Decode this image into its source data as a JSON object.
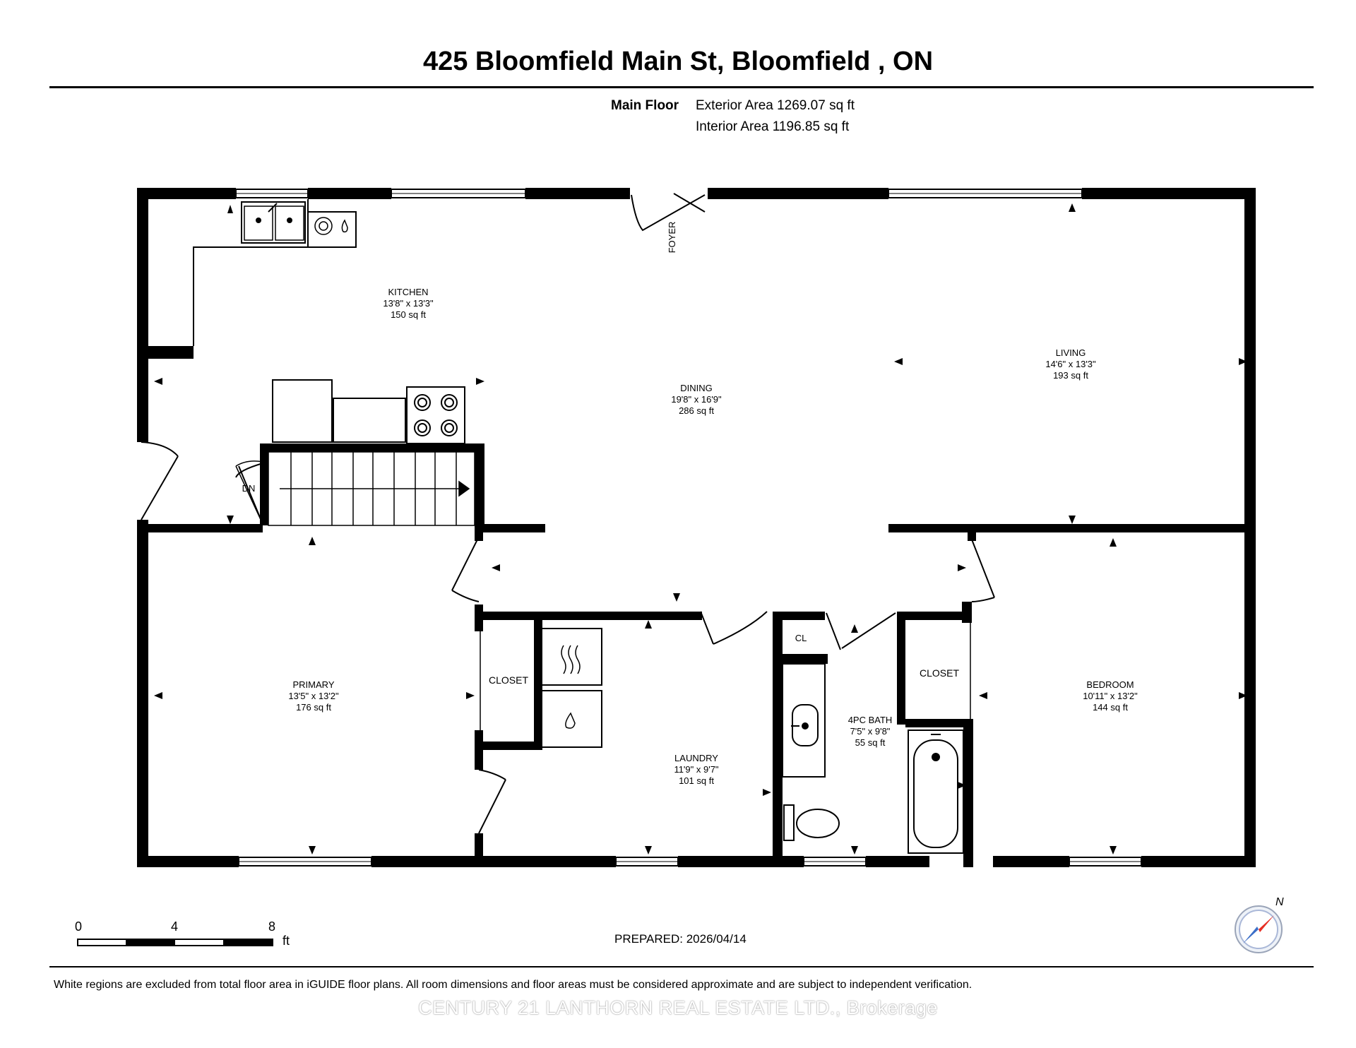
{
  "header": {
    "title": "425 Bloomfield Main St, Bloomfield , ON",
    "floor_label": "Main Floor",
    "exterior_area": "Exterior Area 1269.07 sq ft",
    "interior_area": "Interior Area 1196.85 sq ft"
  },
  "rooms": {
    "kitchen": {
      "name": "KITCHEN",
      "dims": "13'8\" x 13'3\"",
      "area": "150 sq ft"
    },
    "dining": {
      "name": "DINING",
      "dims": "19'8\" x 16'9\"",
      "area": "286 sq ft"
    },
    "living": {
      "name": "LIVING",
      "dims": "14'6\" x 13'3\"",
      "area": "193 sq ft"
    },
    "primary": {
      "name": "PRIMARY",
      "dims": "13'5\" x 13'2\"",
      "area": "176 sq ft"
    },
    "laundry": {
      "name": "LAUNDRY",
      "dims": "11'9\" x 9'7\"",
      "area": "101 sq ft"
    },
    "bath": {
      "name": "4PC BATH",
      "dims": "7'5\" x 9'8\"",
      "area": "55 sq ft"
    },
    "bedroom": {
      "name": "BEDROOM",
      "dims": "10'11\" x 13'2\"",
      "area": "144 sq ft"
    },
    "closet_primary": {
      "name": "CLOSET"
    },
    "closet_bedroom": {
      "name": "CLOSET"
    },
    "cl": {
      "name": "CL"
    },
    "foyer": {
      "name": "FOYER"
    },
    "stairs_dn": {
      "name": "DN"
    }
  },
  "scale": {
    "ticks": [
      "0",
      "4",
      "8"
    ],
    "unit": "ft"
  },
  "compass": {
    "label": "N"
  },
  "prepared": "PREPARED: 2026/04/14",
  "disclaimer": "White regions are excluded from total floor area in iGUIDE floor plans. All room dimensions and floor areas must be considered approximate and are subject to independent verification.",
  "watermark": "CENTURY 21 LANTHORN REAL ESTATE LTD., Brokerage"
}
